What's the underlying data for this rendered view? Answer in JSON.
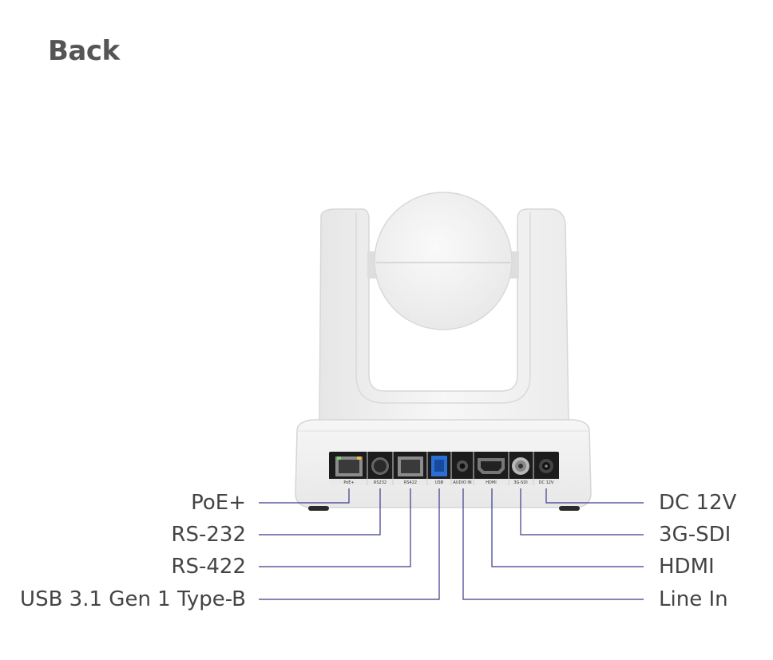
{
  "page": {
    "title": "Back"
  },
  "ports": {
    "poe": {
      "label": "PoE+"
    },
    "rs232": {
      "label": "RS-232"
    },
    "rs422": {
      "label": "RS-422"
    },
    "usb": {
      "label": "USB 3.1 Gen 1 Type-B"
    },
    "dc": {
      "label": "DC 12V"
    },
    "sdi": {
      "label": "3G-SDI"
    },
    "hdmi": {
      "label": "HDMI"
    },
    "linein": {
      "label": "Line In"
    }
  },
  "panel_labels": {
    "poe": "PoE+",
    "rs232": "RS232",
    "rs422": "RS422",
    "usb": "USB",
    "audio": "AUDIO IN",
    "hdmi": "HDMI",
    "sdi": "3G-SDI",
    "dc": "DC 12V"
  },
  "colors": {
    "leader_line": "#3a3a8c",
    "camera_body": "#f3f3f3",
    "camera_shadow": "#dcdcdc",
    "panel": "#1c1c1c",
    "usb_port": "#2b6fd6"
  }
}
